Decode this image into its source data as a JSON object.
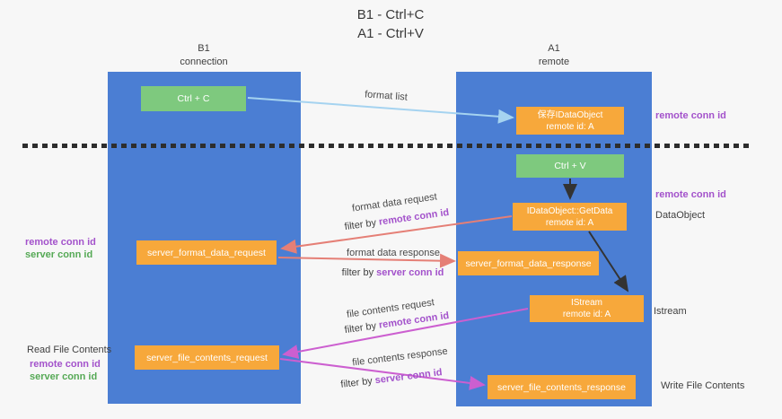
{
  "title": {
    "line1": "B1 - Ctrl+C",
    "line2": "A1 - Ctrl+V"
  },
  "lanes": {
    "left": {
      "name": "B1",
      "subtitle": "connection"
    },
    "right": {
      "name": "A1",
      "subtitle": "remote"
    }
  },
  "nodes": {
    "ctrl_c": {
      "label": "Ctrl + C"
    },
    "save_idataobject": {
      "line1": "保存IDataObject",
      "line2": "remote id: A"
    },
    "ctrl_v": {
      "label": "Ctrl + V"
    },
    "getdata": {
      "line1": "IDataObject::GetData",
      "line2": "remote id: A"
    },
    "server_format_data_request": {
      "label": "server_format_data_request"
    },
    "server_format_data_response": {
      "label": "server_format_data_response"
    },
    "istream": {
      "line1": "IStream",
      "line2": "remote id: A"
    },
    "server_file_contents_request": {
      "label": "server_file_contents_request"
    },
    "server_file_contents_response": {
      "label": "server_file_contents_response"
    }
  },
  "arrow_labels": {
    "format_list": "format list",
    "format_data_request": "format data request",
    "format_data_response": "format data response",
    "file_contents_request": "file contents request",
    "file_contents_response": "file contents response",
    "filter_by": "filter by ",
    "remote_conn_id": "remote conn id",
    "server_conn_id": "server conn id"
  },
  "side_labels": {
    "remote_conn_id_top": "remote conn id",
    "remote_conn_id_mid": "remote conn id",
    "dataobject": "DataObject",
    "istream": "Istream",
    "write_file_contents": "Write File Contents",
    "read_file_contents": "Read File Contents",
    "left_remote_conn_id_1": "remote conn id",
    "left_server_conn_id_1": "server conn id",
    "left_remote_conn_id_2": "remote conn id",
    "left_server_conn_id_2": "server conn id"
  },
  "colors": {
    "lane_blue": "#4b7ed3",
    "node_green": "#7ec97e",
    "node_orange": "#f7a83b",
    "arrow_lightblue": "#a5d3f0",
    "arrow_black": "#333333",
    "arrow_salmon": "#e57f76",
    "arrow_magenta": "#cc5fd0",
    "text_purple": "#a352cb",
    "text_green": "#55a955"
  }
}
